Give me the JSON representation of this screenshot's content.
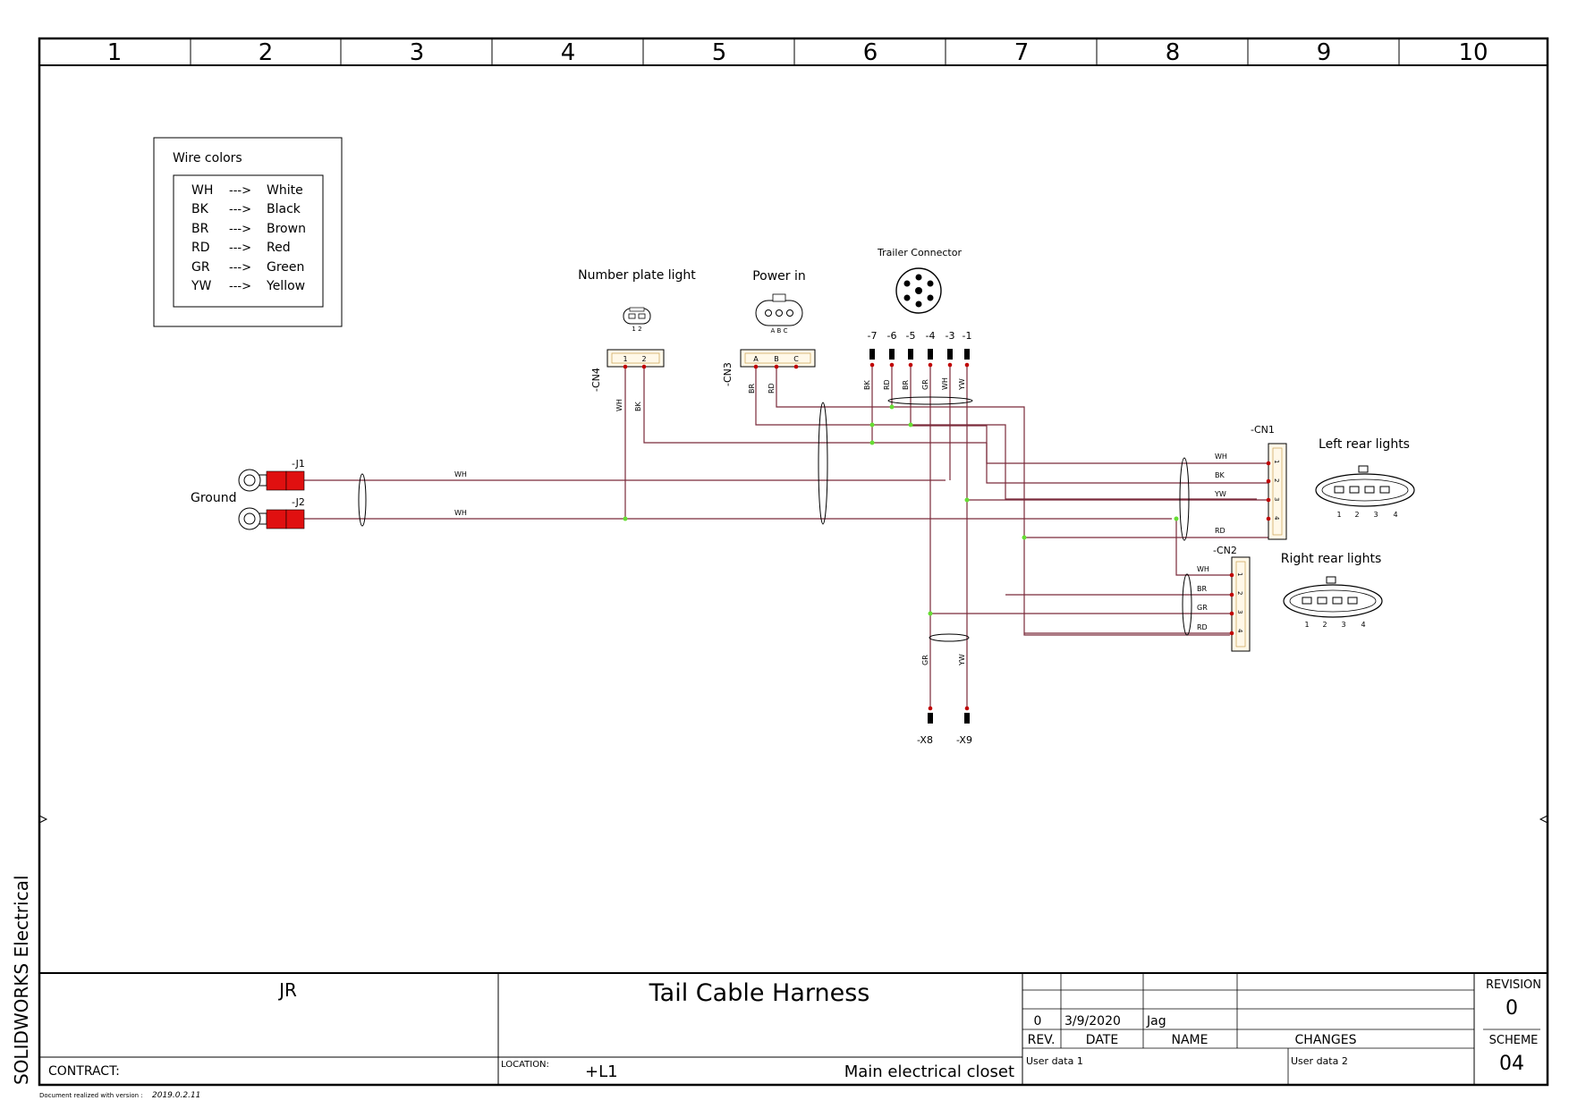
{
  "grid_columns": [
    "1",
    "2",
    "3",
    "4",
    "5",
    "6",
    "7",
    "8",
    "9",
    "10"
  ],
  "legend": {
    "title": "Wire colors",
    "rows": [
      {
        "code": "WH",
        "arrow": "--->",
        "name": "White"
      },
      {
        "code": "BK",
        "arrow": "--->",
        "name": "Black"
      },
      {
        "code": "BR",
        "arrow": "--->",
        "name": "Brown"
      },
      {
        "code": "RD",
        "arrow": "--->",
        "name": "Red"
      },
      {
        "code": "GR",
        "arrow": "--->",
        "name": "Green"
      },
      {
        "code": "YW",
        "arrow": "--->",
        "name": "Yellow"
      }
    ]
  },
  "components": {
    "number_plate_light": {
      "title": "Number plate light",
      "tag": "-CN4",
      "pins": [
        "1",
        "2"
      ],
      "pin_letters": "1 2"
    },
    "power_in": {
      "title": "Power in",
      "tag": "-CN3",
      "pins": [
        "A",
        "B",
        "C"
      ],
      "pin_letters": "A B C"
    },
    "trailer_connector": {
      "title": "Trailer Connector",
      "pins": [
        "-7",
        "-6",
        "-5",
        "-4",
        "-3",
        "-1"
      ]
    },
    "ground": {
      "label": "Ground",
      "terminals": [
        "-J1",
        "-J2"
      ]
    },
    "cn1": {
      "tag": "-CN1",
      "title": "Left rear lights",
      "pins": [
        "1",
        "2",
        "3",
        "4"
      ],
      "pin_numbers": [
        "1",
        "2",
        "3",
        "4"
      ]
    },
    "cn2": {
      "tag": "-CN2",
      "title": "Right rear lights",
      "pins": [
        "1",
        "2",
        "3",
        "4"
      ],
      "pin_numbers": [
        "1",
        "2",
        "3",
        "4"
      ]
    },
    "x8": {
      "tag": "-X8"
    },
    "x9": {
      "tag": "-X9"
    }
  },
  "wire_labels": {
    "cn4": [
      "WH",
      "BK"
    ],
    "cn3": [
      "BR",
      "RD"
    ],
    "trailer": [
      "BK",
      "RD",
      "BR",
      "GR",
      "WH",
      "YW"
    ],
    "ground_j1": "WH",
    "ground_j2": "WH",
    "cn1": [
      "WH",
      "BK",
      "YW",
      "RD"
    ],
    "cn2": [
      "WH",
      "BR",
      "GR",
      "RD"
    ],
    "x8": "GR",
    "x9": "YW"
  },
  "title_block": {
    "author": "JR",
    "title": "Tail Cable Harness",
    "contract_label": "CONTRACT:",
    "contract_value": "",
    "location_label": "LOCATION:",
    "location_value": "+L1",
    "location_desc": "Main electrical closet",
    "revisions": [
      {
        "rev": "0",
        "date": "3/9/2020",
        "name": "Jag",
        "changes": ""
      }
    ],
    "rev_header": "REV.",
    "date_header": "DATE",
    "name_header": "NAME",
    "changes_header": "CHANGES",
    "user_data_1": "User data 1",
    "user_data_2": "User data 2",
    "revision_label": "REVISION",
    "revision_value": "0",
    "scheme_label": "SCHEME",
    "scheme_value": "04"
  },
  "side_label": "SOLIDWORKS Electrical",
  "footer_note": "Document realized with version :",
  "footer_version": "2019.0.2.11",
  "colors": {
    "wire": "#7a2a3a",
    "terminal": "#e01010",
    "junction": "#66dd33",
    "pin": "#c00000",
    "connector_fill": "#fff8e8"
  }
}
